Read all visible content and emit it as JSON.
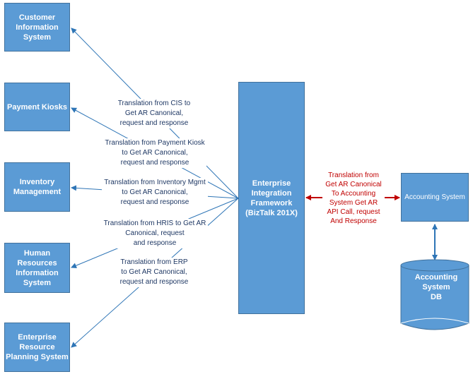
{
  "systems": [
    {
      "name": "Customer\nInformation\nSystem",
      "translation": "Translation from CIS to\nGet AR Canonical,\nrequest and response"
    },
    {
      "name": "Payment Kiosks",
      "translation": "Translation from Payment Kiosk\nto Get AR Canonical,\nrequest and response"
    },
    {
      "name": "Inventory\nManagement",
      "translation": "Translation from Inventory Mgmt\nto Get AR Canonical,\nrequest and response"
    },
    {
      "name": "Human Resources\nInformation\nSystem",
      "translation": "Translation from HRIS  to Get AR\nCanonical, request\nand response"
    },
    {
      "name": "Enterprise\nResource\nPlanning System",
      "translation": "Translation from ERP\nto Get AR Canonical,\nrequest and response"
    }
  ],
  "integration": {
    "name": "Enterprise\nIntegration\nFramework\n(BizTalk 201X)"
  },
  "accounting": {
    "name": "Accounting System",
    "translation": "Translation from\nGet AR Canonical\nTo Accounting\nSystem Get AR\nAPI Call, request\nAnd Response",
    "db": "Accounting\nSystem\nDB"
  },
  "colors": {
    "box": "#5b9bd5",
    "arrow": "#2e75b6",
    "accounting_arrow": "#c00000"
  }
}
